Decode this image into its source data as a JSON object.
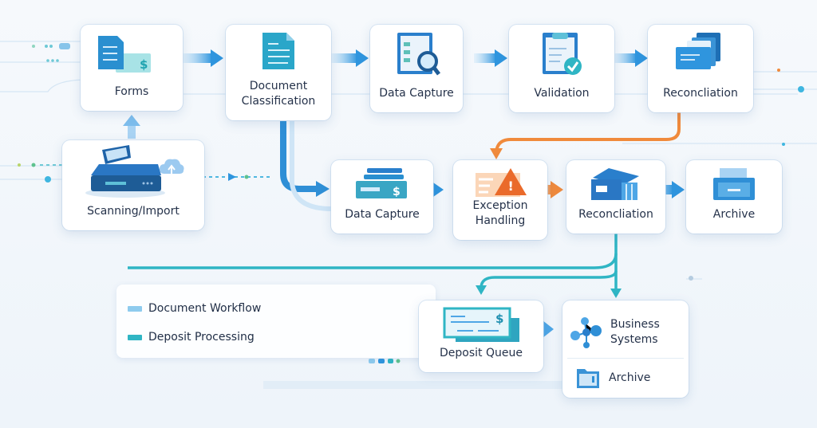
{
  "diagram": {
    "nodes": {
      "forms": {
        "label": "Forms",
        "icon": "form-check-icon"
      },
      "document_classification": {
        "label": "Document\nClassification",
        "icon": "document-icon"
      },
      "data_capture_top": {
        "label": "Data Capture",
        "icon": "magnifier-document-icon"
      },
      "validation": {
        "label": "Validation",
        "icon": "clipboard-check-icon"
      },
      "reconciliation_top": {
        "label": "Reconcliation",
        "icon": "stacked-files-icon"
      },
      "scanning_import": {
        "label": "Scanning/Import",
        "icon": "scanner-icon"
      },
      "data_capture_mid": {
        "label": "Data Capture",
        "icon": "check-stack-icon"
      },
      "exception_handling": {
        "label": "Exception\nHandling",
        "icon": "warning-icon"
      },
      "reconciliation_mid": {
        "label": "Reconcliation",
        "icon": "bank-icon"
      },
      "archive_mid": {
        "label": "Archive",
        "icon": "archive-drawer-icon"
      },
      "deposit_queue": {
        "label": "Deposit Queue",
        "icon": "check-icon"
      },
      "business_systems": {
        "label": "Business\nSystems",
        "icon": "network-icon"
      },
      "archive_bottom": {
        "label": "Archive",
        "icon": "folder-icon"
      }
    },
    "edges": [
      [
        "scanning_import",
        "forms"
      ],
      [
        "forms",
        "document_classification"
      ],
      [
        "document_classification",
        "data_capture_top"
      ],
      [
        "data_capture_top",
        "validation"
      ],
      [
        "validation",
        "reconciliation_top"
      ],
      [
        "reconciliation_top",
        "exception_handling"
      ],
      [
        "document_classification",
        "data_capture_mid"
      ],
      [
        "data_capture_mid",
        "exception_handling"
      ],
      [
        "exception_handling",
        "reconciliation_mid"
      ],
      [
        "reconciliation_mid",
        "archive_mid"
      ],
      [
        "reconciliation_mid",
        "deposit_queue"
      ],
      [
        "reconciliation_mid",
        "business_systems"
      ],
      [
        "deposit_queue",
        "business_systems"
      ]
    ],
    "legend": [
      {
        "label": "Document Workflow",
        "color": "#8ecbee"
      },
      {
        "label": "Deposit Processing",
        "color": "#2fb5c4"
      }
    ],
    "colors": {
      "primary": "#2f8fd6",
      "teal": "#2fb5c4",
      "exception": "#f08a3c"
    }
  }
}
